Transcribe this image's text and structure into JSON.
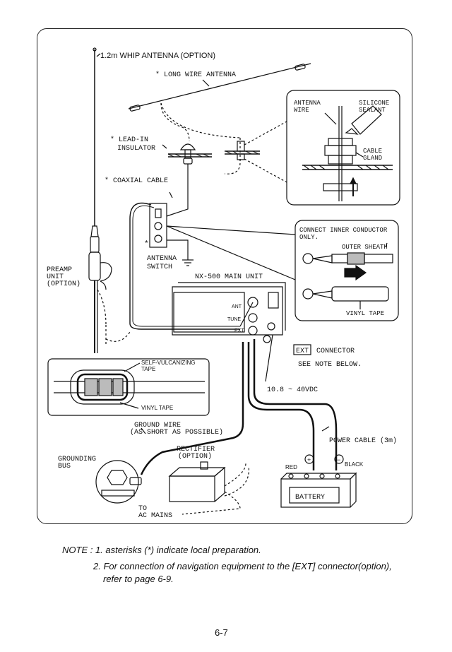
{
  "labels": {
    "whip_antenna": "1.2m WHIP ANTENNA (OPTION)",
    "long_wire": "* LONG WIRE ANTENNA",
    "lead_in_1": "* LEAD-IN",
    "lead_in_2": "INSULATOR",
    "coax": "* COAXIAL CABLE",
    "antenna_wire_1": "ANTENNA",
    "antenna_wire_2": "WIRE",
    "silicone_1": "SILICONE",
    "silicone_2": "SEALANT",
    "cable_gland_1": "CABLE",
    "cable_gland_2": "GLAND",
    "asterisk": "*",
    "antenna_switch_1": "ANTENNA",
    "antenna_switch_2": "SWITCH",
    "preamp_1": "PREAMP",
    "preamp_2": "UNIT",
    "preamp_3": "(OPTION)",
    "main_unit": "NX-500 MAIN UNIT",
    "ant": "ANT",
    "tune": "TUNE",
    "ext": "EXT",
    "connect_1": "CONNECT INNER CONDUCTOR",
    "connect_2": "ONLY.",
    "outer_sheath": "OUTER SHEATH",
    "vinyl_tape": "VINYL TAPE",
    "self_vulc_1": "SELF-VULCANIZING",
    "self_vulc_2": "TAPE",
    "vinyl_tape_2": "VINYL TAPE",
    "ext_connector_box": "EXT",
    "ext_connector": "CONNECTOR",
    "see_note": "SEE NOTE BELOW.",
    "voltage": "10.8 ~ 40VDC",
    "ground_wire_1": "GROUND WIRE",
    "ground_wire_2": "(AS SHORT AS POSSIBLE)",
    "grounding_1": "GROUNDING",
    "grounding_2": "BUS",
    "rectifier_1": "RECTIFIER",
    "rectifier_2": "(OPTION)",
    "to_ac_1": "TO",
    "to_ac_2": "AC MAINS",
    "power_cable": "POWER CABLE (3m)",
    "red": "RED",
    "black": "BLACK",
    "plus": "+",
    "minus": "−",
    "battery": "BATTERY"
  },
  "notes": {
    "line1": "NOTE : 1. asterisks (*) indicate local preparation.",
    "line2": "2. For connection of navigation equipment to the [EXT] connector(option),",
    "line3": "refer to page 6-9."
  },
  "page_number": "6-7"
}
